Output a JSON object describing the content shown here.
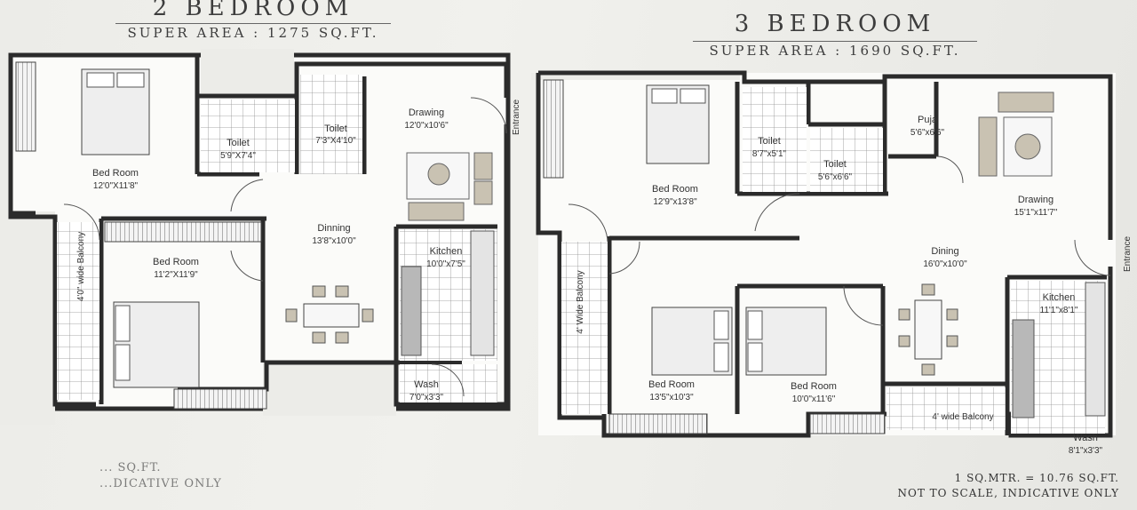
{
  "plan2": {
    "title": "2 BEDROOM",
    "subtitle": "SUPER AREA : 1275 SQ.FT.",
    "rooms": {
      "bed1": {
        "name": "Bed Room",
        "dim": "12'0\"X11'8\""
      },
      "bed2": {
        "name": "Bed Room",
        "dim": "11'2\"X11'9\""
      },
      "toilet1": {
        "name": "Toilet",
        "dim": "5'9\"X7'4\""
      },
      "toilet2": {
        "name": "Toilet",
        "dim": "7'3\"X4'10\""
      },
      "drawing": {
        "name": "Drawing",
        "dim": "12'0\"x10'6\""
      },
      "dinning": {
        "name": "Dinning",
        "dim": "13'8\"x10'0\""
      },
      "kitchen": {
        "name": "Kitchen",
        "dim": "10'0\"x7'5\""
      },
      "wash": {
        "name": "Wash",
        "dim": "7'0\"x3'3\""
      },
      "balcony": {
        "name": "4'0\" wide Balcony"
      },
      "entrance": {
        "name": "Entrance"
      }
    },
    "footnote_1": "... SQ.FT.",
    "footnote_2": "...DICATIVE ONLY"
  },
  "plan3": {
    "title": "3 BEDROOM",
    "subtitle": "SUPER AREA : 1690 SQ.FT.",
    "rooms": {
      "bed1": {
        "name": "Bed Room",
        "dim": "12'9\"x13'8\""
      },
      "bed2": {
        "name": "Bed Room",
        "dim": "13'5\"x10'3\""
      },
      "bed3": {
        "name": "Bed Room",
        "dim": "10'0\"x11'6\""
      },
      "toilet1": {
        "name": "Toilet",
        "dim": "8'7\"x5'1\""
      },
      "toilet2": {
        "name": "Toilet",
        "dim": "5'6\"x6'6\""
      },
      "puja": {
        "name": "Puja",
        "dim": "5'6\"x6'6\""
      },
      "drawing": {
        "name": "Drawing",
        "dim": "15'1\"x11'7\""
      },
      "dining": {
        "name": "Dining",
        "dim": "16'0\"x10'0\""
      },
      "kitchen": {
        "name": "Kitchen",
        "dim": "11'1\"x8'1\""
      },
      "wash": {
        "name": "Wash",
        "dim": "8'1\"x3'3\""
      },
      "balcony1": {
        "name": "4' Wide Balcony"
      },
      "balcony2": {
        "name": "4' wide Balcony"
      },
      "entrance": {
        "name": "Entrance"
      }
    },
    "footnote_1": "1 SQ.MTR. = 10.76 SQ.FT.",
    "footnote_2": "NOT TO SCALE, INDICATIVE ONLY"
  },
  "colors": {
    "wall": "#2b2b2b",
    "floor": "#ffffff",
    "tile": "#9a9a9a",
    "furniture": "#c9c2b2"
  }
}
